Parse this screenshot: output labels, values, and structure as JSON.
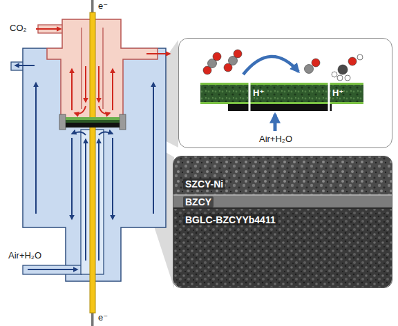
{
  "diagram": {
    "nodes": [
      {
        "text": [
          "H⁺",
          "H⁺",
          "Air+H₂O"
        ]
      },
      {
        "text": [
          "SZCY-Ni",
          "BZCY",
          "BGLC-BZCYYb4411"
        ]
      }
    ],
    "labels": [
      "e⁻",
      "CO₂",
      "Air+H₂O",
      "e⁻"
    ]
  }
}
